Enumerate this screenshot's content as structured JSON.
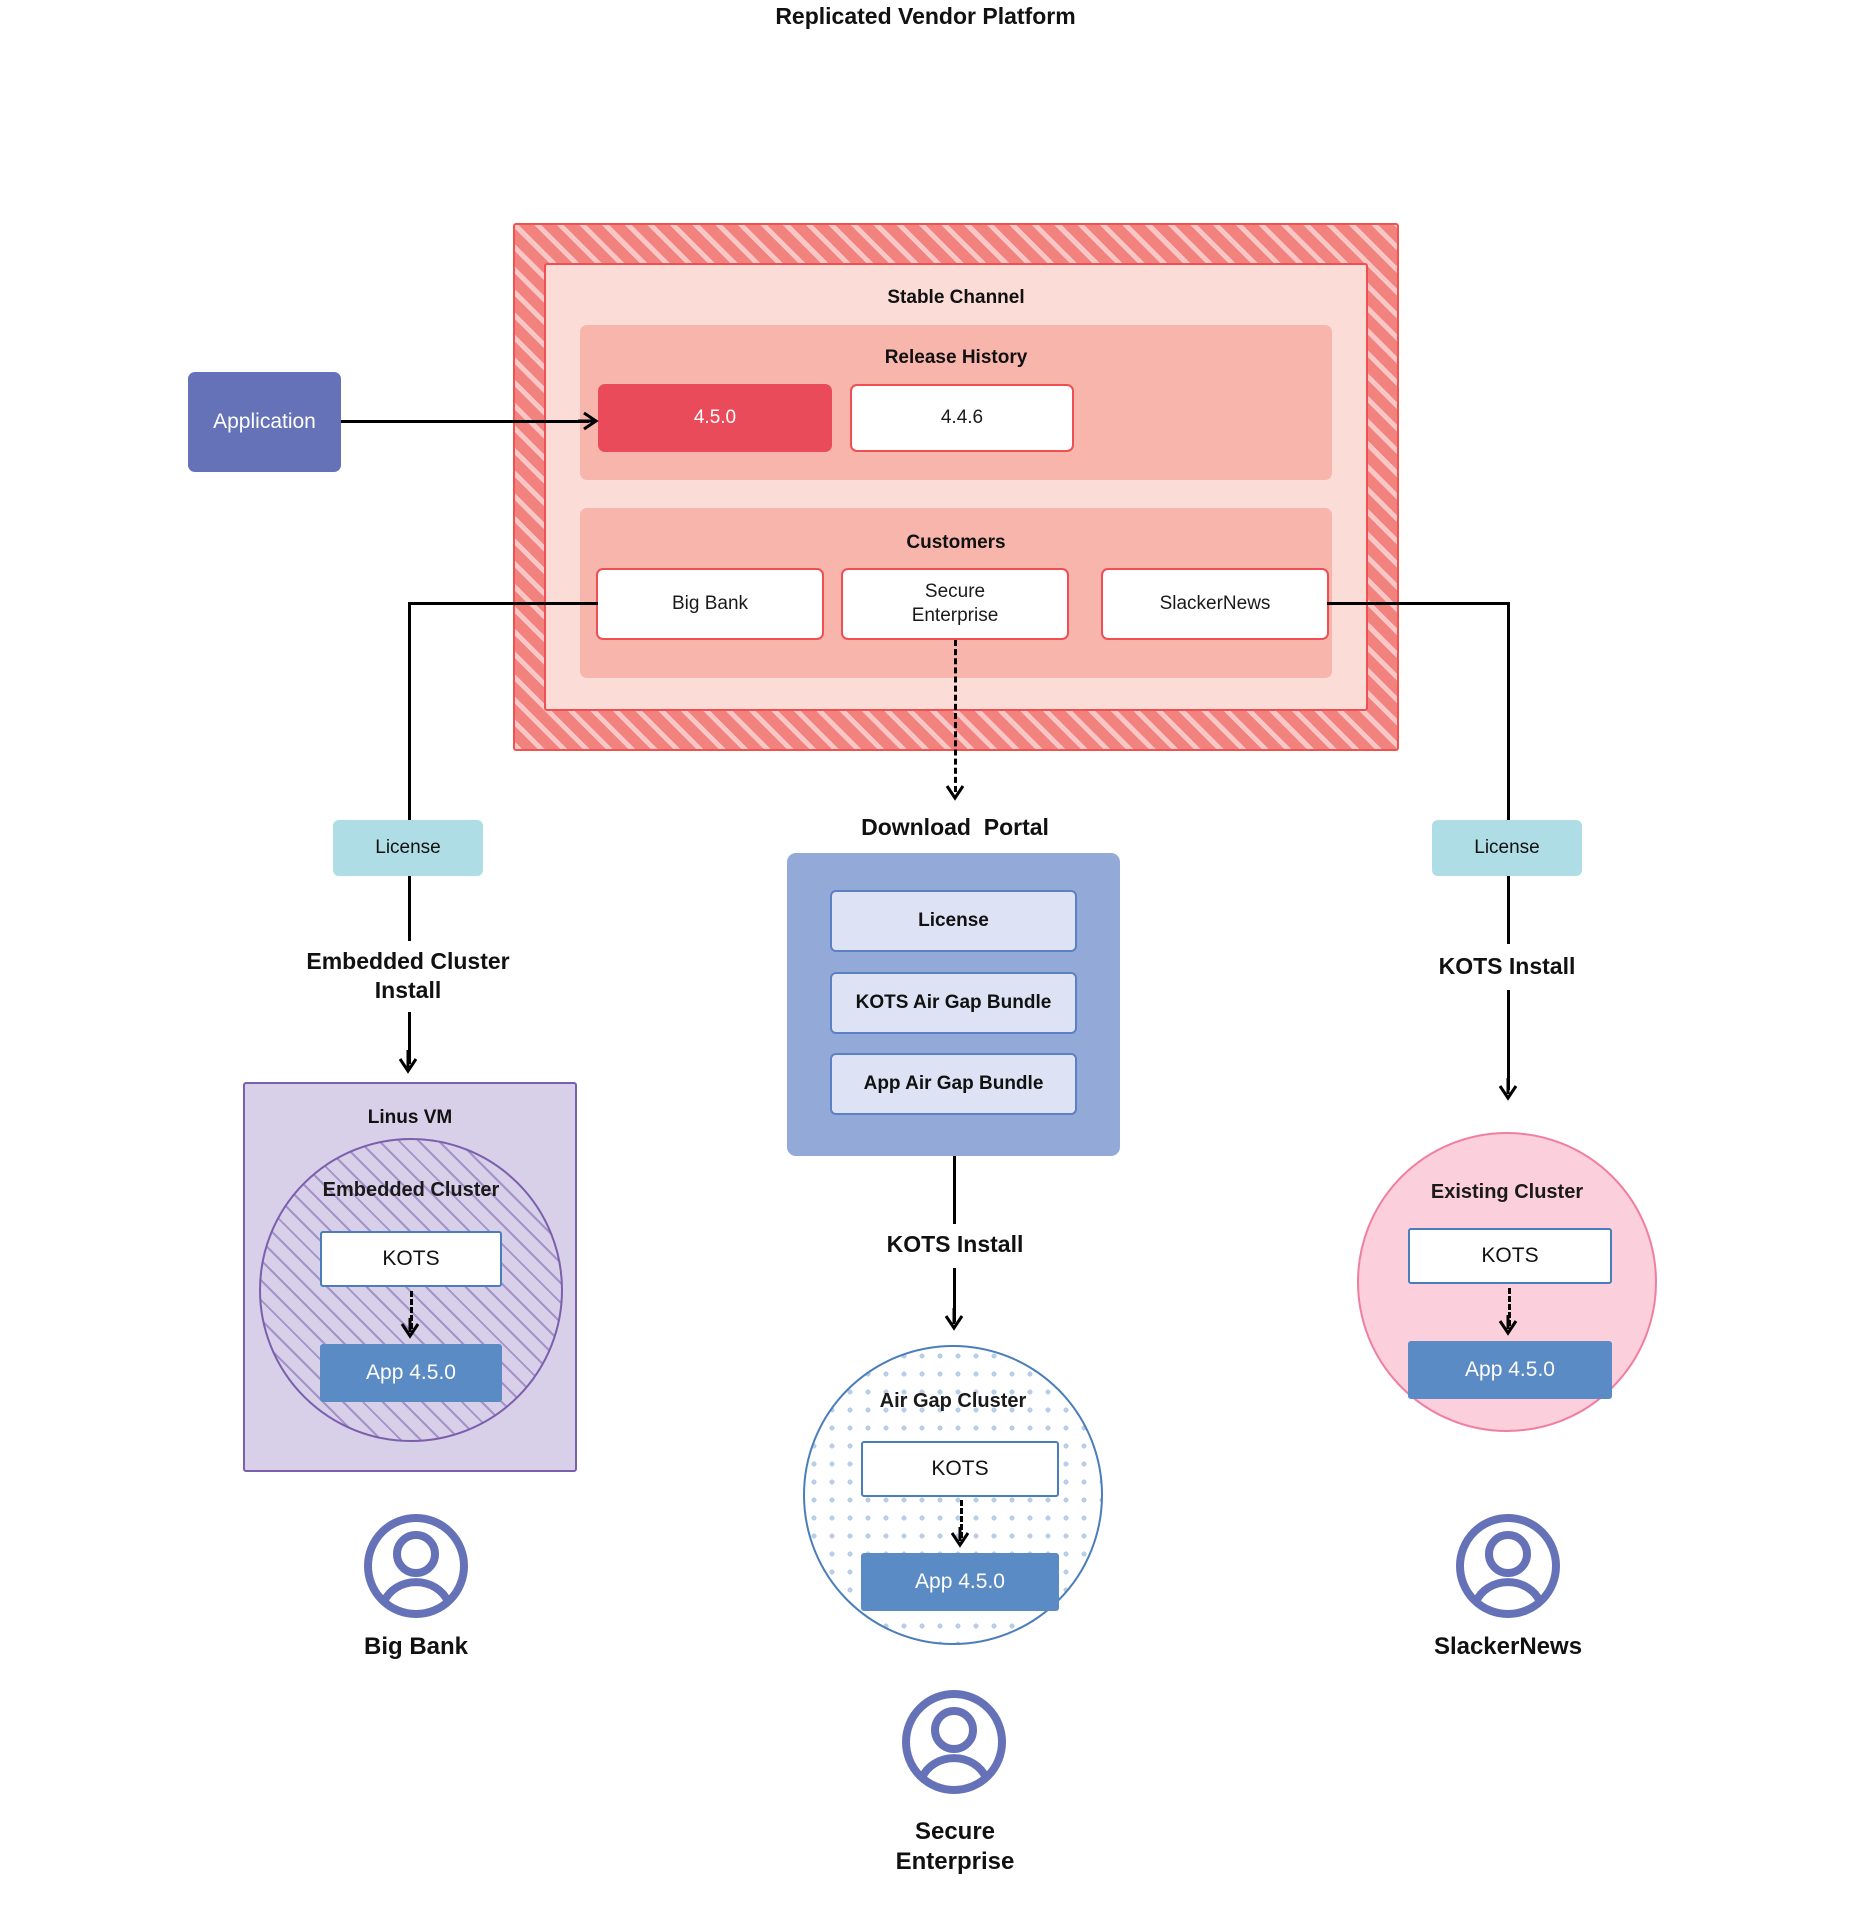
{
  "diagram": {
    "title": "Replicated Vendor Platform",
    "platform": {
      "channel_label": "Stable Channel",
      "release_history": {
        "label": "Release History",
        "releases": [
          {
            "version": "4.5.0",
            "state": "current"
          },
          {
            "version": "4.4.6",
            "state": "previous"
          }
        ]
      },
      "customers": {
        "label": "Customers",
        "items": [
          {
            "name": "Big Bank"
          },
          {
            "name": "Secure\nEnterprise"
          },
          {
            "name": "SlackerNews"
          }
        ]
      }
    },
    "application_box": {
      "label": "Application"
    },
    "left_flow": {
      "license_label": "License",
      "install_label": "Embedded Cluster\nInstall",
      "vm_label": "Linus VM",
      "cluster_label": "Embedded Cluster",
      "kots_label": "KOTS",
      "app_label": "App 4.5.0",
      "customer_name": "Big Bank"
    },
    "center_flow": {
      "portal_title": "Download  Portal",
      "portal_items": [
        "License",
        "KOTS Air Gap Bundle",
        "App Air Gap Bundle"
      ],
      "install_label": "KOTS Install",
      "cluster_label": "Air Gap Cluster",
      "kots_label": "KOTS",
      "app_label": "App 4.5.0",
      "customer_name": "Secure\nEnterprise"
    },
    "right_flow": {
      "license_label": "License",
      "install_label": "KOTS Install",
      "cluster_label": "Existing Cluster",
      "kots_label": "KOTS",
      "app_label": "App 4.5.0",
      "customer_name": "SlackerNews"
    },
    "colors": {
      "platform_fill": "#f1827e",
      "platform_border": "#ef5350",
      "channel_fill": "#fbdcd7",
      "band_fill": "#f8b5ab",
      "release_current": "#e94b5b",
      "application": "#6572b8",
      "license": "#aedde6",
      "portal": "#93aad9",
      "portal_item": "#dde3f5",
      "vm": "#d8cfe9",
      "vm_border": "#7a5fad",
      "existing_cluster": "#fbcfdb",
      "existing_cluster_border": "#f07ea0",
      "kots_border": "#4a7ebb",
      "app_version": "#5b8bc4",
      "avatar": "#6572b8"
    }
  }
}
